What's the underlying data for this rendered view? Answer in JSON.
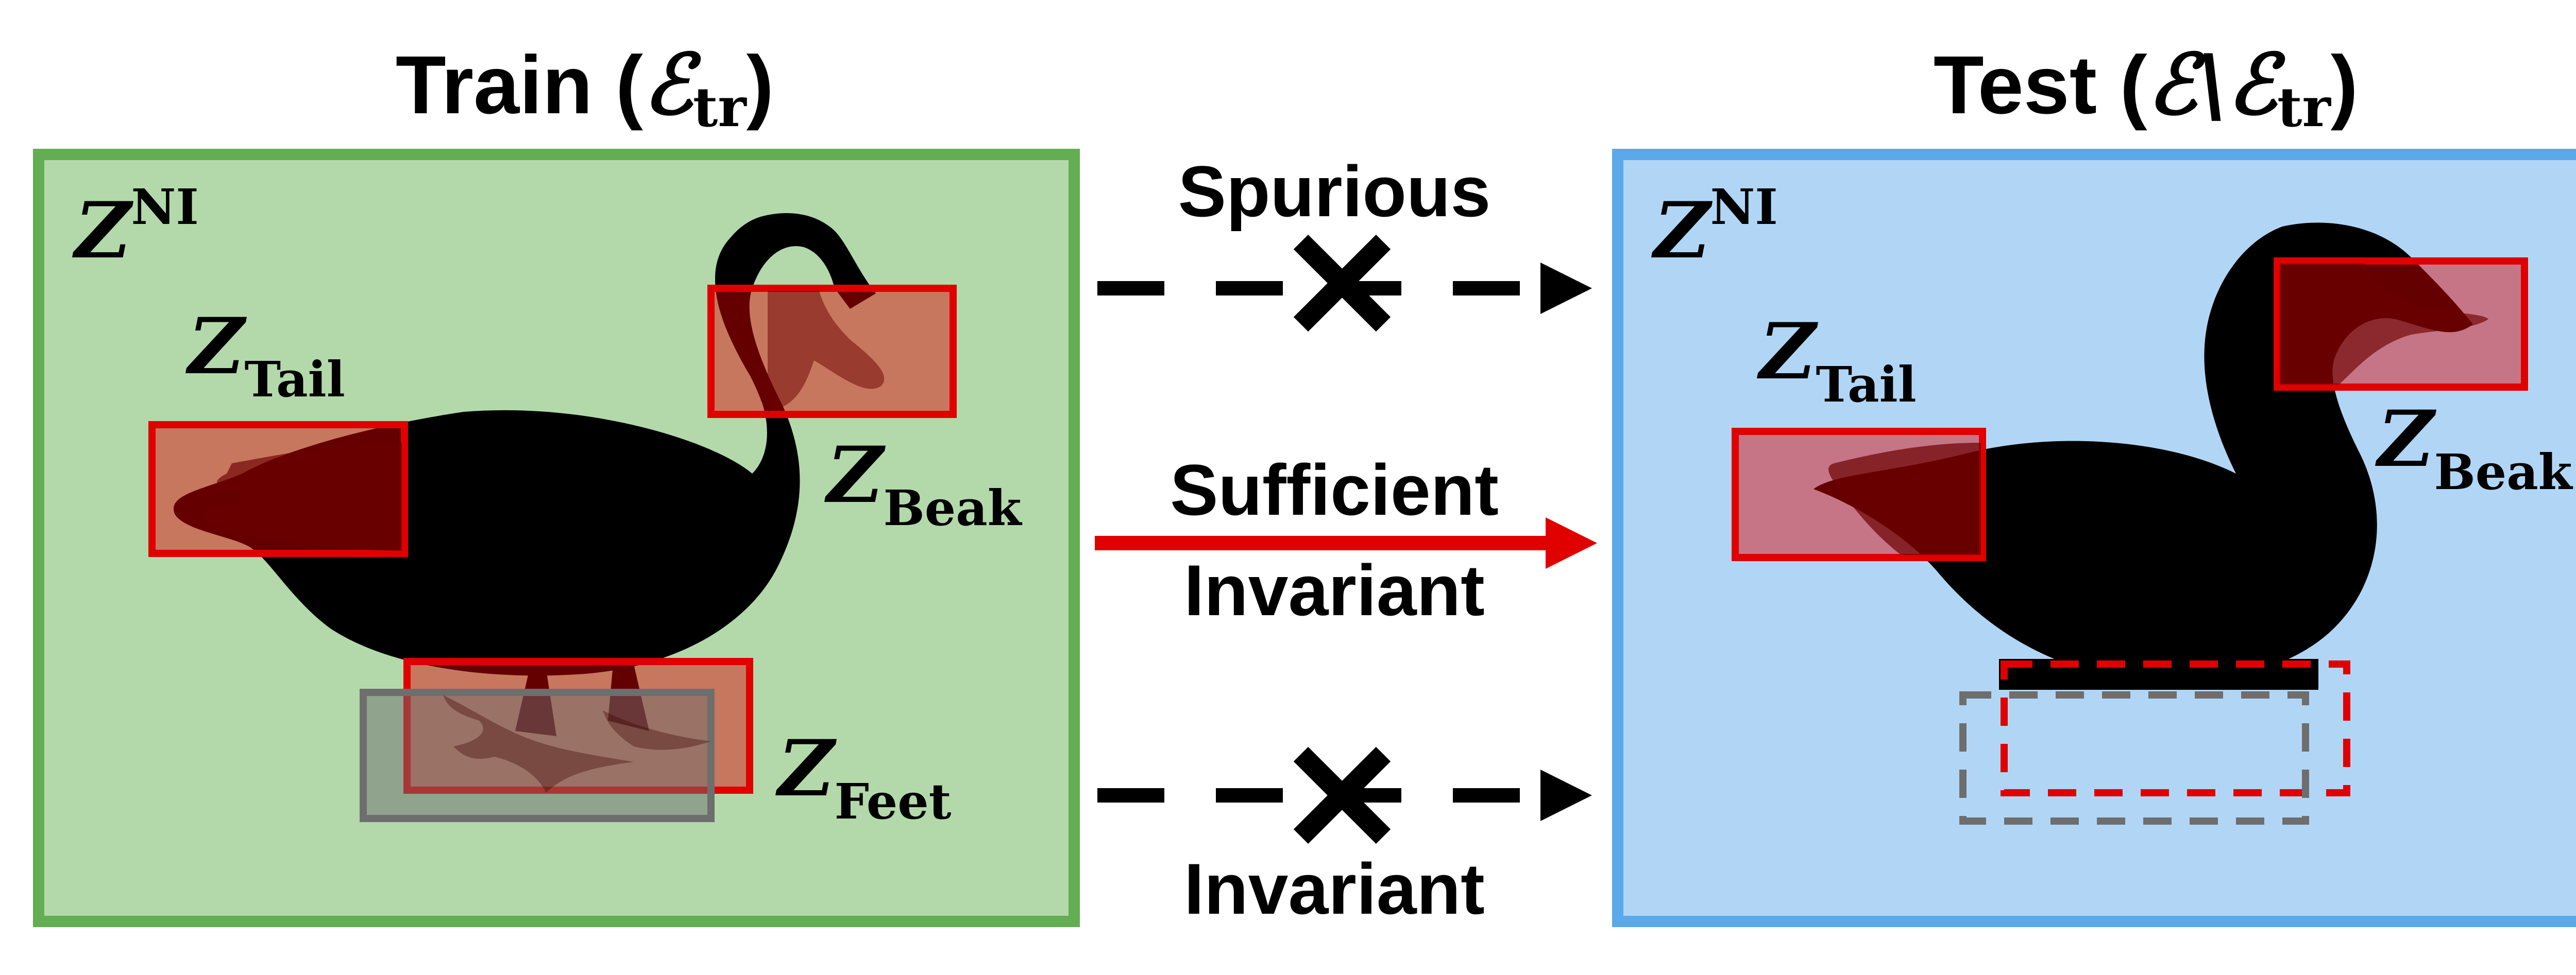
{
  "panels": {
    "train": {
      "title_main": "Train (",
      "title_env": "ℰ",
      "title_env_sub": "tr",
      "title_close": ")",
      "labels": {
        "zni_main": "Z",
        "zni_sup": "NI",
        "tail_main": "Z",
        "tail_sub": "Tail",
        "beak_main": "Z",
        "beak_sub": "Beak",
        "feet_main": "Z",
        "feet_sub": "Feet"
      }
    },
    "test": {
      "title_main": "Test (",
      "title_env": "ℰ\\ℰ",
      "title_env_sub": "tr",
      "title_close": ")",
      "labels": {
        "zni_main": "Z",
        "zni_sup": "NI",
        "tail_main": "Z",
        "tail_sub": "Tail",
        "beak_main": "Z",
        "beak_sub": "Beak"
      }
    }
  },
  "arrows": {
    "spurious": "Spurious",
    "sufficient_line1": "Sufficient",
    "sufficient_line2": "Invariant",
    "invariant": "Invariant"
  },
  "colors": {
    "train_fill": "#b3d9ab",
    "train_border": "#63ad52",
    "test_fill": "#b1d6f5",
    "test_border": "#5aa9ea",
    "red": "#e00000",
    "gray": "#6e6e6e"
  }
}
